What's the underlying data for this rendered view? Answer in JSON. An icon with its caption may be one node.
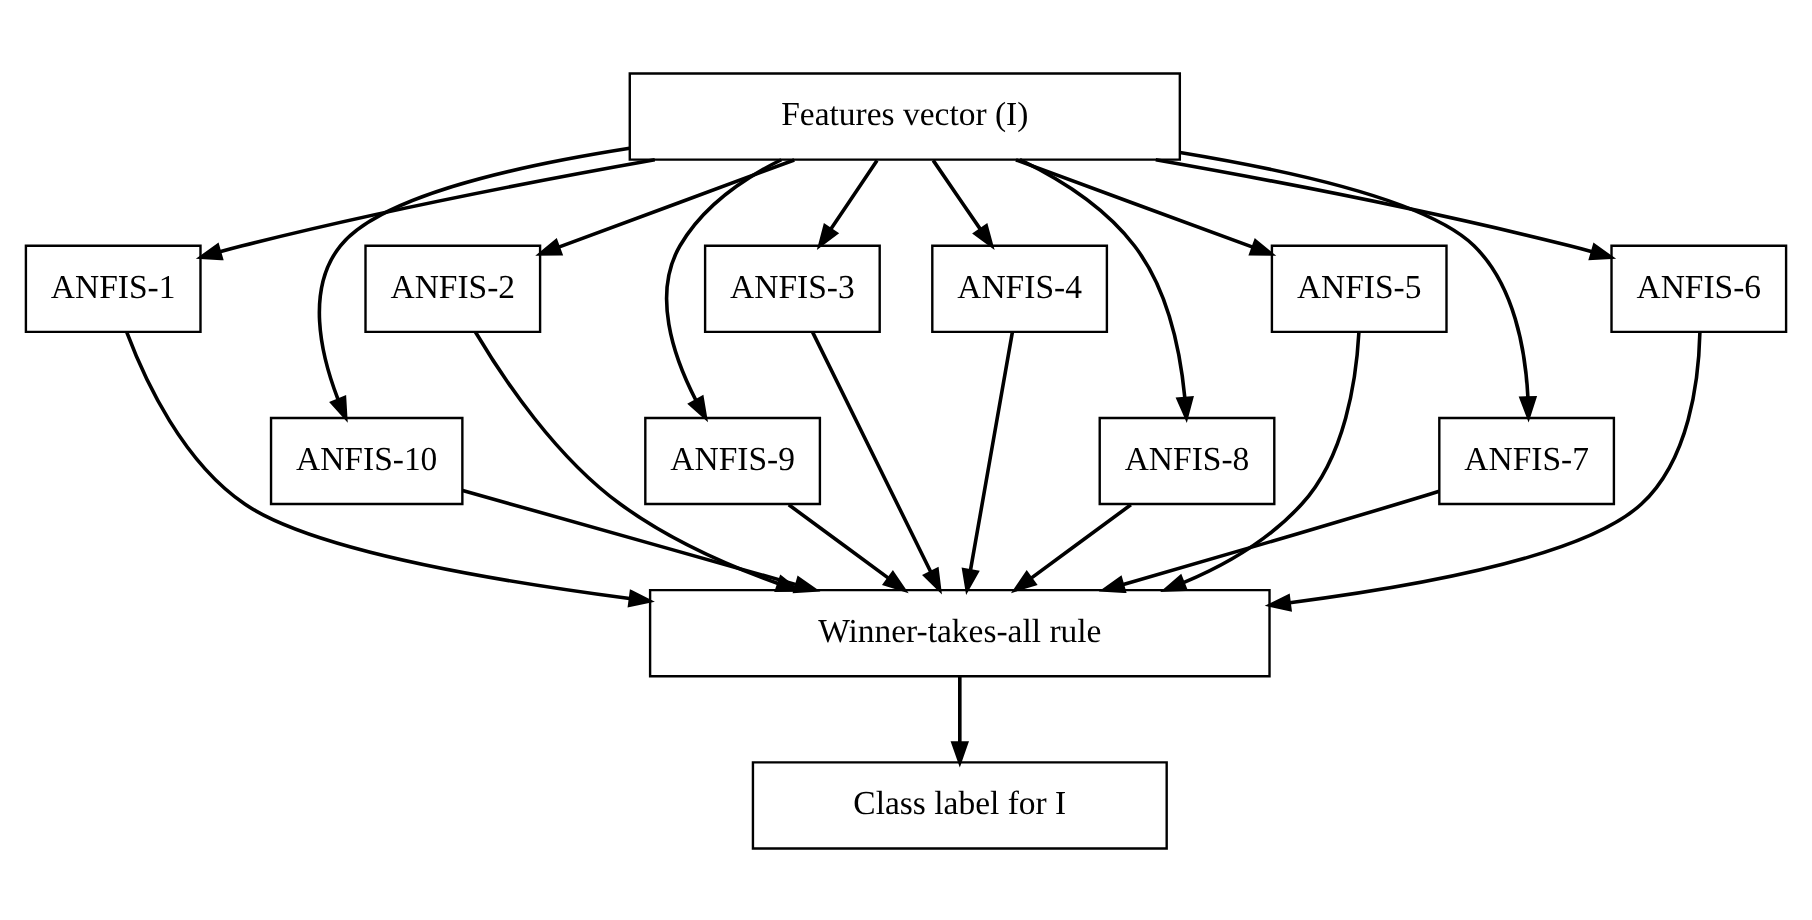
{
  "diagram": {
    "nodes": [
      {
        "text": [
          "Features vector (I)"
        ]
      },
      {
        "text": [
          "ANFIS-1"
        ]
      },
      {
        "text": [
          "ANFIS-2"
        ]
      },
      {
        "text": [
          "ANFIS-3"
        ]
      },
      {
        "text": [
          "ANFIS-4"
        ]
      },
      {
        "text": [
          "ANFIS-5"
        ]
      },
      {
        "text": [
          "ANFIS-6"
        ]
      },
      {
        "text": [
          "ANFIS-10"
        ]
      },
      {
        "text": [
          "ANFIS-9"
        ]
      },
      {
        "text": [
          "ANFIS-8"
        ]
      },
      {
        "text": [
          "ANFIS-7"
        ]
      },
      {
        "text": [
          "Winner-takes-all rule"
        ]
      },
      {
        "text": [
          "Class label for I"
        ]
      }
    ],
    "edges": [
      {
        "from": 0,
        "to": 1,
        "arrow": "to"
      },
      {
        "from": 0,
        "to": 7,
        "arrow": "to"
      },
      {
        "from": 0,
        "to": 2,
        "arrow": "to"
      },
      {
        "from": 0,
        "to": 8,
        "arrow": "to"
      },
      {
        "from": 0,
        "to": 3,
        "arrow": "to"
      },
      {
        "from": 0,
        "to": 4,
        "arrow": "to"
      },
      {
        "from": 0,
        "to": 9,
        "arrow": "to"
      },
      {
        "from": 0,
        "to": 5,
        "arrow": "to"
      },
      {
        "from": 0,
        "to": 10,
        "arrow": "to"
      },
      {
        "from": 0,
        "to": 6,
        "arrow": "to"
      },
      {
        "from": 1,
        "to": 11,
        "arrow": "to"
      },
      {
        "from": 7,
        "to": 11,
        "arrow": "to"
      },
      {
        "from": 2,
        "to": 11,
        "arrow": "to"
      },
      {
        "from": 8,
        "to": 11,
        "arrow": "to"
      },
      {
        "from": 3,
        "to": 11,
        "arrow": "to"
      },
      {
        "from": 4,
        "to": 11,
        "arrow": "to"
      },
      {
        "from": 9,
        "to": 11,
        "arrow": "to"
      },
      {
        "from": 5,
        "to": 11,
        "arrow": "to"
      },
      {
        "from": 10,
        "to": 11,
        "arrow": "to"
      },
      {
        "from": 6,
        "to": 11,
        "arrow": "to"
      },
      {
        "from": 11,
        "to": 12,
        "arrow": "to"
      }
    ]
  }
}
